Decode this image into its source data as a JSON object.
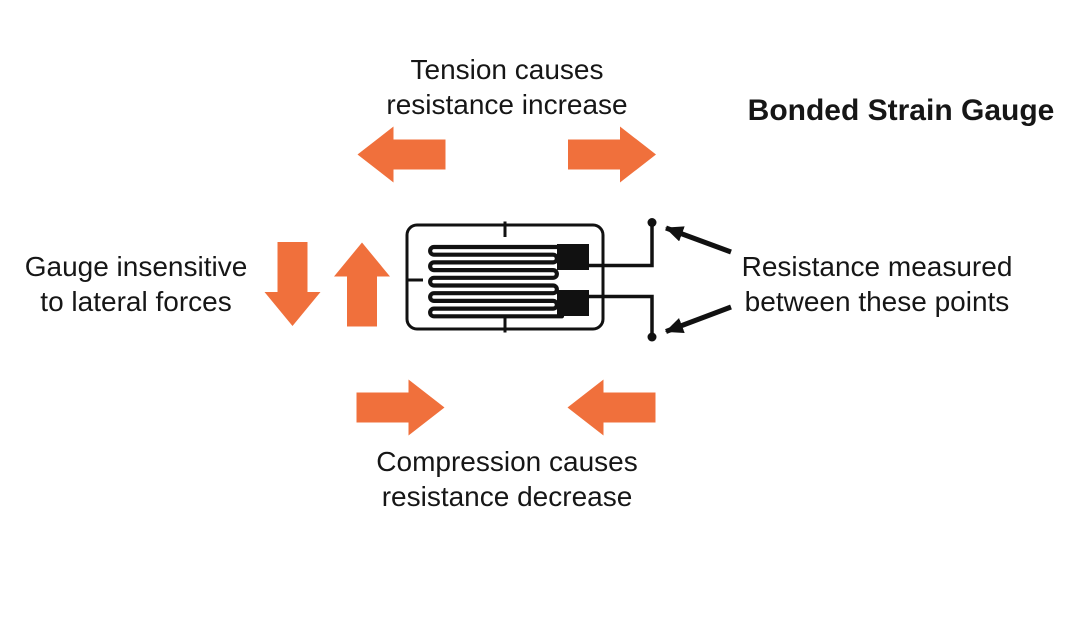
{
  "title": "Bonded Strain Gauge",
  "colors": {
    "arrow_orange": "#F0703C",
    "ink": "#161616",
    "background": "#FFFFFF"
  },
  "labels": {
    "tension": {
      "line1": "Tension causes",
      "line2": "resistance increase"
    },
    "lateral": {
      "line1": "Gauge insensitive",
      "line2": "to lateral forces"
    },
    "resistance": {
      "line1": "Resistance measured",
      "line2": "between these points"
    },
    "compression": {
      "line1": "Compression causes",
      "line2": "resistance decrease"
    }
  },
  "arrows": {
    "tension": [
      "points-left-outward",
      "points-right-outward"
    ],
    "lateral": [
      "points-down",
      "points-up"
    ],
    "compression": [
      "points-right-inward",
      "points-left-inward"
    ],
    "annotation": [
      "to-top-terminal-dot",
      "to-bottom-terminal-dot"
    ]
  }
}
